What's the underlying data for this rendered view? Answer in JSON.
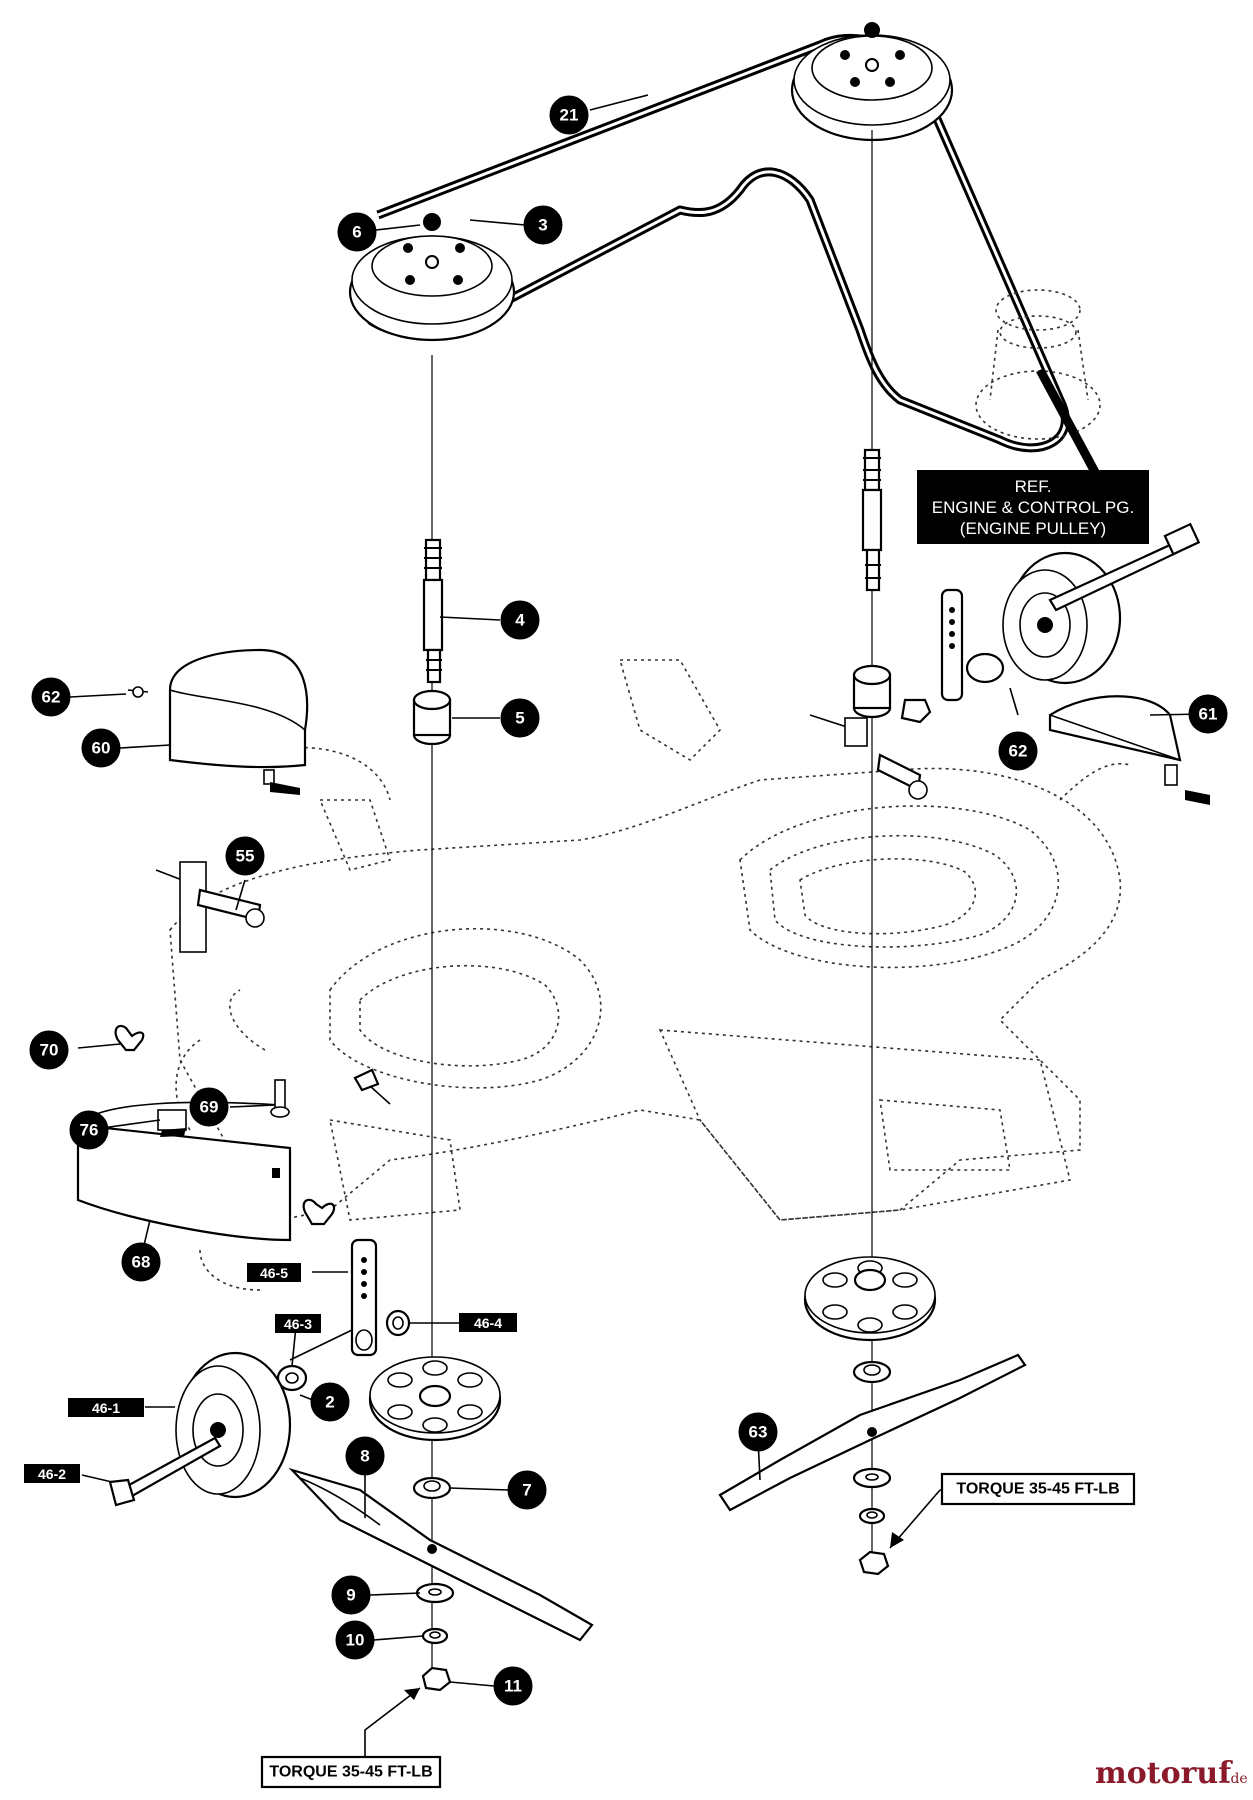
{
  "callouts": {
    "c21": "21",
    "c6": "6",
    "c3": "3",
    "c4": "4",
    "c5": "5",
    "c62a": "62",
    "c60": "60",
    "c55": "55",
    "c62b": "62",
    "c61": "61",
    "c70": "70",
    "c69": "69",
    "c76": "76",
    "c68": "68",
    "c2": "2",
    "c8": "8",
    "c7": "7",
    "c9": "9",
    "c10": "10",
    "c11": "11",
    "c63": "63"
  },
  "tags": {
    "t46_5": "46-5",
    "t46_3": "46-3",
    "t46_4": "46-4",
    "t46_1": "46-1",
    "t46_2": "46-2"
  },
  "reference_note": {
    "line1": "REF.",
    "line2": "ENGINE & CONTROL PG.",
    "line3": "(ENGINE PULLEY)"
  },
  "torque_left": "TORQUE 35-45 FT-LB",
  "torque_right": "TORQUE 35-45 FT-LB",
  "watermark": {
    "name": "motoruf",
    "tld": ".de"
  },
  "colors": {
    "ink": "#000000",
    "paper": "#ffffff",
    "watermark": "#8a1a2a"
  }
}
